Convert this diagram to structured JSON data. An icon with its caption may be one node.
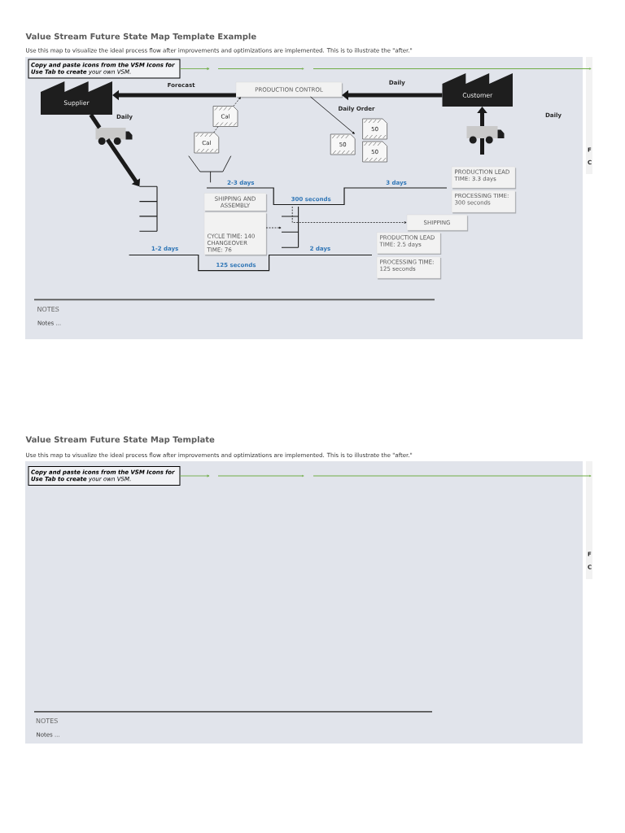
{
  "diagram": {
    "title": "Value Stream Future State Map Template Example",
    "nodes": [
      {
        "text": [
          "**Copy and paste icons from the VSM Icons for Use Tab to create** your own VSM."
        ]
      },
      {
        "text": [
          "Supplier"
        ]
      },
      {
        "text": [
          "PRODUCTION CONTROL"
        ]
      },
      {
        "text": [
          "Customer"
        ]
      },
      {
        "text": [
          "Cal"
        ]
      },
      {
        "text": [],
        "shape": "truck"
      },
      {
        "text": [
          "Cal"
        ]
      },
      {
        "text": [
          "50"
        ]
      },
      {
        "text": [
          "50"
        ]
      },
      {
        "text": [
          "50"
        ]
      },
      {
        "text": [],
        "shape": "truck"
      },
      {
        "text": [],
        "shape": "rack"
      },
      {
        "text": [
          "SHIPPING AND ASSEMBLY"
        ]
      },
      {
        "text": [
          "CYCLE TIME: 140 CHANGEOVER TIME: 76"
        ]
      },
      {
        "text": [],
        "shape": "rack"
      },
      {
        "text": [
          "SHIPPING"
        ]
      },
      {
        "text": [
          "PRODUCTION LEAD TIME: 3.3 days"
        ]
      },
      {
        "text": [
          "PROCESSING TIME: 300 seconds"
        ]
      },
      {
        "text": [
          "PRODUCTION LEAD TIME: 2.5 days"
        ]
      },
      {
        "text": [
          "PROCESSING TIME: 125 seconds"
        ]
      },
      {
        "text": [
          "**Copy and paste icons from the VSM Icons for Use Tab to create** your own VSM."
        ]
      }
    ],
    "edges": [
      {
        "from": 0,
        "to": null,
        "arrow": "to",
        "color": "#70ad47"
      },
      {
        "from": 6,
        "to": 4,
        "arrow": "none",
        "style": "dashed"
      },
      {
        "from": 4,
        "to": 2,
        "arrow": "to",
        "style": "dashed"
      },
      {
        "from": 2,
        "to": 1,
        "arrow": "to",
        "style": "thick",
        "label": "Forecast"
      },
      {
        "from": 3,
        "to": 2,
        "arrow": "to",
        "style": "thick",
        "label": "Daily"
      },
      {
        "from": 2,
        "to": 8,
        "arrow": "to",
        "label": "Daily Order"
      },
      {
        "from": 1,
        "to": 5,
        "arrow": "none",
        "style": "thick",
        "label": "Daily"
      },
      {
        "from": 5,
        "to": 11,
        "arrow": "to",
        "style": "thick"
      },
      {
        "from": null,
        "to": 10,
        "arrow": "none",
        "style": "thick"
      },
      {
        "from": 10,
        "to": 3,
        "arrow": "to",
        "style": "thick"
      },
      {
        "from": 13,
        "to": 14,
        "arrow": "to",
        "style": "dashed"
      },
      {
        "from": 14,
        "to": 15,
        "arrow": "to",
        "style": "dashed"
      },
      {
        "from": 20,
        "to": null,
        "arrow": "to",
        "color": "#70ad47"
      }
    ],
    "labels": [
      "Use this map to visualize the ideal process flow after improvements and optimizations are implemented. This is to illustrate the \"after.\"",
      "Daily",
      "F",
      "C",
      "2-3 days",
      "300 seconds",
      "3 days",
      "1-2 days",
      "2 days",
      "125 seconds",
      "NOTES",
      "Notes ...",
      "Value Stream Future State Map Template",
      "Use this map to visualize the ideal process flow after improvements and optimizations are implemented. This is to illustrate the \"after.\"",
      "F",
      "C",
      "NOTES",
      "Notes ..."
    ]
  }
}
